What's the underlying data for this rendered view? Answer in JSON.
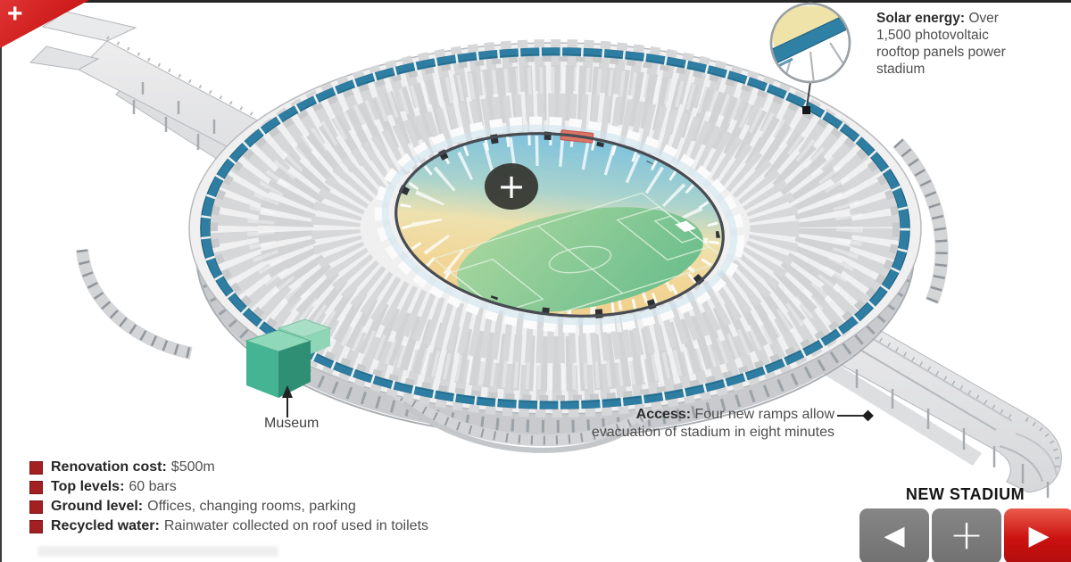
{
  "header": {
    "corner_plus": "+"
  },
  "stadium": {
    "center_plus": "+",
    "labels": {
      "solar": {
        "bold": "Solar energy:",
        "line1": "Over",
        "line2": "1,500 photovoltaic",
        "line3": "rooftop panels power",
        "line4": "stadium"
      },
      "access": {
        "bold": "Access:",
        "line1": "Four new ramps allow",
        "line2": "evacuation of stadium in eight minutes"
      },
      "museum": "Museum"
    }
  },
  "facts": [
    {
      "label": "Renovation cost:",
      "value": "$500m"
    },
    {
      "label": "Top levels:",
      "value": "60 bars"
    },
    {
      "label": "Ground level:",
      "value": "Offices, changing rooms, parking"
    },
    {
      "label": "Recycled water:",
      "value": "Rainwater collected on roof used in toilets"
    }
  ],
  "footer": {
    "title": "NEW STADIUM",
    "nav": {
      "prev": "◀",
      "expand": "+",
      "next": "▶"
    }
  },
  "colors": {
    "accent_red": "#c3120f",
    "ring_blue": "#2e7ea3",
    "pitch_green": "#6fc08d",
    "seating_blue": "#7dc2de",
    "seating_sand": "#f0d694",
    "museum_green": "#3fae8e",
    "bullet_red": "#a32022",
    "button_gray": "#7c7b7b",
    "roof_gray": "#d4d5d7"
  }
}
